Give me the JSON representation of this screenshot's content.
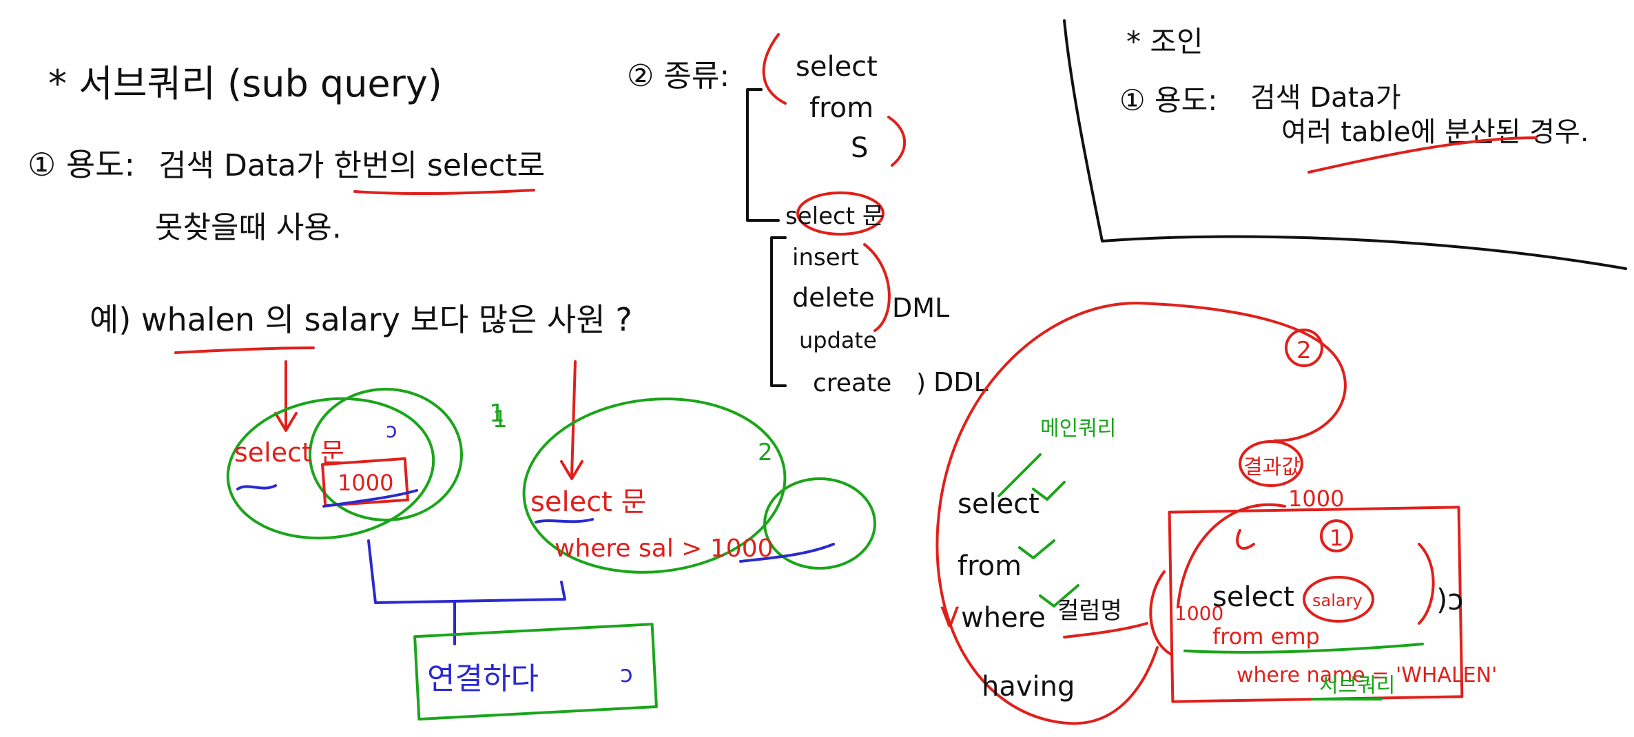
{
  "whiteboard": {
    "subquery": {
      "title": "* 서브쿼리 (sub query)",
      "usage_label": "① 용도:",
      "usage_line1": "검색 Data가 한번의 select로",
      "usage_line2": "못찾을때 사용.",
      "example": "예) whalen 의 salary 보다 많은 사원 ?",
      "box1_label": "1",
      "box1_select": "select 문",
      "box1_value": "1000",
      "box2_label": "2",
      "box2_select": "select 문",
      "box2_where": "where sal > 1000",
      "combine_label": "연결하다"
    },
    "types": {
      "title": "② 종류:",
      "select": "select",
      "from": "from",
      "s": "S",
      "select_sentence": "select 문",
      "insert": "insert",
      "delete": "delete",
      "update": "update",
      "dml": "DML",
      "create": "create",
      "ddl": "DDL"
    },
    "join": {
      "title": "* 조인",
      "usage_label": "① 용도:",
      "usage_line1": "검색 Data가",
      "usage_line2": "여러 table에 분산된 경우."
    },
    "main_query": {
      "main_label": "메인쿼리",
      "select": "select",
      "from": "from",
      "where": "where",
      "condition": "컬럼명",
      "having": "having",
      "step2": "2",
      "result_label": "결과값",
      "result_value": "1000",
      "step1": "1",
      "inner_select": "select",
      "inner_salary": "salary",
      "inner_from": "from emp",
      "inner_where": "where name = 'WHALEN'",
      "value_1000": "1000",
      "sub_label": "서브쿼리"
    }
  }
}
